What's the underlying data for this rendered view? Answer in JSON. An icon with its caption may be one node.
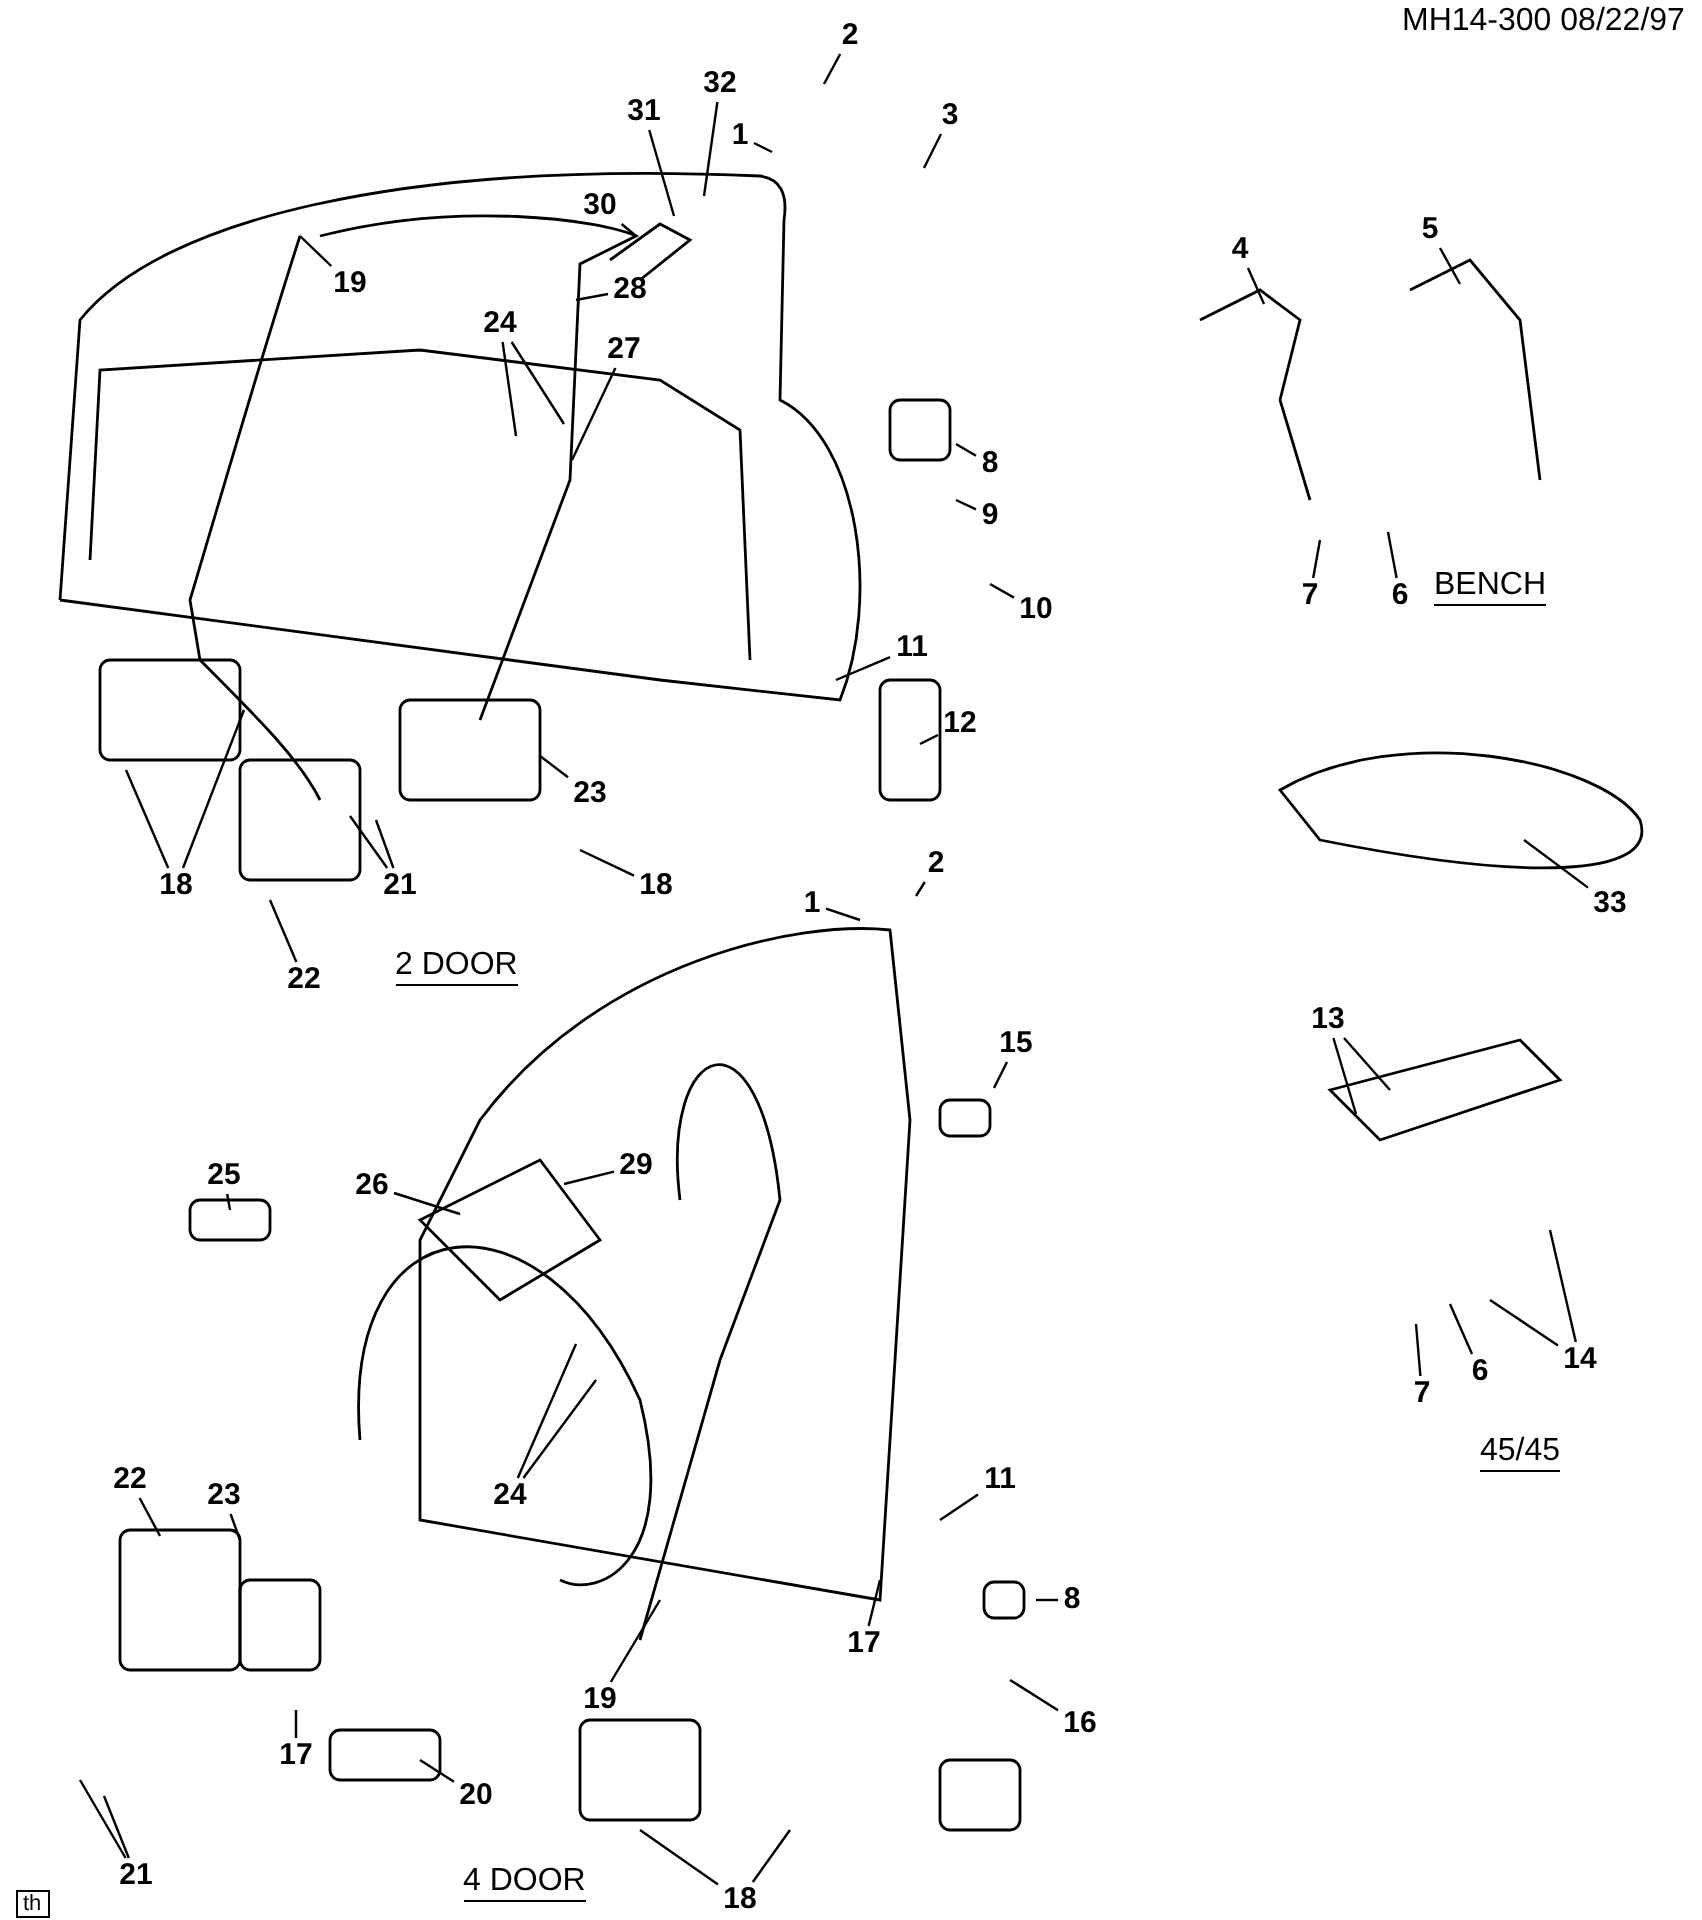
{
  "diagram": {
    "nodes": [
      {
        "text": [
          "2"
        ]
      },
      {
        "text": [
          "32"
        ]
      },
      {
        "text": [
          "1"
        ]
      },
      {
        "text": [
          "31"
        ]
      },
      {
        "text": [
          "3"
        ]
      },
      {
        "text": [
          "30"
        ]
      },
      {
        "text": [
          "5"
        ]
      },
      {
        "text": [
          "4"
        ]
      },
      {
        "text": [
          "19"
        ]
      },
      {
        "text": [
          "28"
        ]
      },
      {
        "text": [
          "24"
        ]
      },
      {
        "text": [
          "27"
        ]
      },
      {
        "text": [
          "8"
        ]
      },
      {
        "text": [
          "9"
        ]
      },
      {
        "text": [
          "7"
        ]
      },
      {
        "text": [
          "6"
        ]
      },
      {
        "text": [
          "10"
        ]
      },
      {
        "text": [
          "11"
        ]
      },
      {
        "text": [
          "12"
        ]
      },
      {
        "text": [
          "23"
        ]
      },
      {
        "text": [
          "18"
        ]
      },
      {
        "text": [
          "21"
        ]
      },
      {
        "text": [
          "18"
        ]
      },
      {
        "text": [
          "33"
        ]
      },
      {
        "text": [
          "22"
        ]
      },
      {
        "text": [
          "2"
        ]
      },
      {
        "text": [
          "1"
        ]
      },
      {
        "text": [
          "13"
        ]
      },
      {
        "text": [
          "15"
        ]
      },
      {
        "text": [
          "29"
        ]
      },
      {
        "text": [
          "25"
        ]
      },
      {
        "text": [
          "26"
        ]
      },
      {
        "text": [
          "14"
        ]
      },
      {
        "text": [
          "6"
        ]
      },
      {
        "text": [
          "7"
        ]
      },
      {
        "text": [
          "22"
        ]
      },
      {
        "text": [
          "11"
        ]
      },
      {
        "text": [
          "24"
        ]
      },
      {
        "text": [
          "23"
        ]
      },
      {
        "text": [
          "8"
        ]
      },
      {
        "text": [
          "17"
        ]
      },
      {
        "text": [
          "19"
        ]
      },
      {
        "text": [
          "16"
        ]
      },
      {
        "text": [
          "17"
        ]
      },
      {
        "text": [
          "20"
        ]
      },
      {
        "text": [
          "21"
        ]
      },
      {
        "text": [
          "18"
        ]
      }
    ],
    "edges": [
      {
        "from": 0,
        "to": null,
        "arrow": "none"
      },
      {
        "from": 1,
        "to": null,
        "arrow": "none"
      },
      {
        "from": 2,
        "to": null,
        "arrow": "none"
      },
      {
        "from": 3,
        "to": null,
        "arrow": "none"
      },
      {
        "from": 4,
        "to": null,
        "arrow": "none"
      },
      {
        "from": 5,
        "to": null,
        "arrow": "none"
      },
      {
        "from": 6,
        "to": null,
        "arrow": "none"
      },
      {
        "from": 7,
        "to": null,
        "arrow": "none"
      },
      {
        "from": 8,
        "to": null,
        "arrow": "none"
      },
      {
        "from": 9,
        "to": null,
        "arrow": "none"
      },
      {
        "from": 10,
        "to": null,
        "arrow": "none"
      },
      {
        "from": 10,
        "to": null,
        "arrow": "none"
      },
      {
        "from": 11,
        "to": null,
        "arrow": "none"
      },
      {
        "from": 12,
        "to": null,
        "arrow": "none"
      },
      {
        "from": 13,
        "to": null,
        "arrow": "none"
      },
      {
        "from": 14,
        "to": null,
        "arrow": "none"
      },
      {
        "from": 15,
        "to": null,
        "arrow": "none"
      },
      {
        "from": 16,
        "to": null,
        "arrow": "none"
      },
      {
        "from": 17,
        "to": null,
        "arrow": "none"
      },
      {
        "from": 18,
        "to": null,
        "arrow": "none"
      },
      {
        "from": 19,
        "to": null,
        "arrow": "none"
      },
      {
        "from": 20,
        "to": null,
        "arrow": "none"
      },
      {
        "from": 20,
        "to": null,
        "arrow": "none"
      },
      {
        "from": 21,
        "to": null,
        "arrow": "none"
      },
      {
        "from": 21,
        "to": null,
        "arrow": "none"
      },
      {
        "from": 22,
        "to": null,
        "arrow": "none"
      },
      {
        "from": 23,
        "to": null,
        "arrow": "none"
      },
      {
        "from": 24,
        "to": null,
        "arrow": "none"
      },
      {
        "from": 25,
        "to": null,
        "arrow": "none"
      },
      {
        "from": 26,
        "to": null,
        "arrow": "none"
      },
      {
        "from": 27,
        "to": null,
        "arrow": "none"
      },
      {
        "from": 27,
        "to": null,
        "arrow": "none"
      },
      {
        "from": 28,
        "to": null,
        "arrow": "none"
      },
      {
        "from": 29,
        "to": null,
        "arrow": "none"
      },
      {
        "from": 30,
        "to": null,
        "arrow": "none"
      },
      {
        "from": 31,
        "to": null,
        "arrow": "none"
      },
      {
        "from": 32,
        "to": null,
        "arrow": "none"
      },
      {
        "from": 32,
        "to": null,
        "arrow": "none"
      },
      {
        "from": 33,
        "to": null,
        "arrow": "none"
      },
      {
        "from": 34,
        "to": null,
        "arrow": "none"
      },
      {
        "from": 35,
        "to": null,
        "arrow": "none"
      },
      {
        "from": 36,
        "to": null,
        "arrow": "none"
      },
      {
        "from": 37,
        "to": null,
        "arrow": "none"
      },
      {
        "from": 37,
        "to": null,
        "arrow": "none"
      },
      {
        "from": 38,
        "to": null,
        "arrow": "none"
      },
      {
        "from": 39,
        "to": null,
        "arrow": "none"
      },
      {
        "from": 40,
        "to": null,
        "arrow": "none"
      },
      {
        "from": 41,
        "to": null,
        "arrow": "none"
      },
      {
        "from": 42,
        "to": null,
        "arrow": "none"
      },
      {
        "from": 43,
        "to": null,
        "arrow": "none"
      },
      {
        "from": 44,
        "to": null,
        "arrow": "none"
      },
      {
        "from": 45,
        "to": null,
        "arrow": "none"
      },
      {
        "from": 45,
        "to": null,
        "arrow": "none"
      },
      {
        "from": 46,
        "to": null,
        "arrow": "none"
      },
      {
        "from": 46,
        "to": null,
        "arrow": "none"
      }
    ],
    "labels": [
      "MH14-300 08/22/97",
      "BENCH",
      "2 DOOR",
      "45/45",
      "th",
      "4 DOOR"
    ]
  }
}
